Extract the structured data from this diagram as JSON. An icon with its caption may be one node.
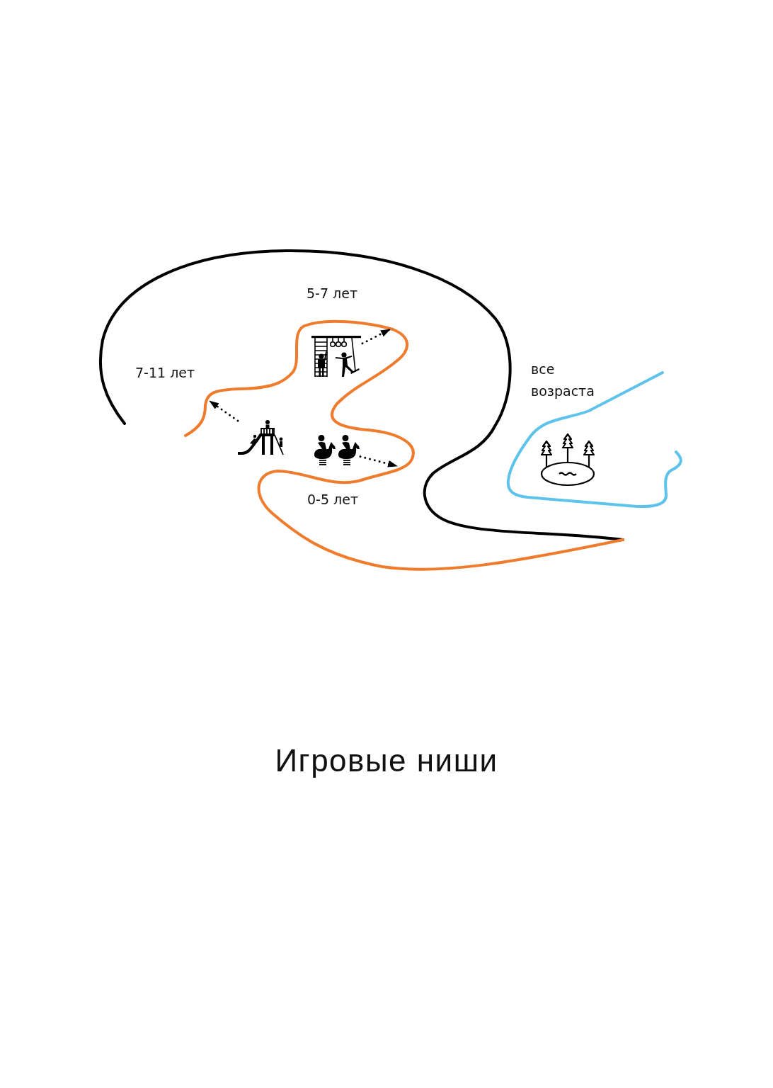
{
  "diagram": {
    "title": "Игровые ниши",
    "nodes": [
      {
        "text": [],
        "shape": "picture"
      },
      {
        "text": [],
        "shape": "picture"
      },
      {
        "text": [],
        "shape": "picture"
      }
    ],
    "edges": [
      {
        "from": 0,
        "to": null,
        "arrow": "to",
        "style": "dashed"
      },
      {
        "from": 1,
        "to": null,
        "arrow": "to",
        "style": "dashed"
      },
      {
        "from": 2,
        "to": null,
        "arrow": "to",
        "style": "dashed"
      }
    ],
    "labels": [
      "5-7 лет",
      "7-11 лет",
      "все возраста",
      "0-5 лет"
    ]
  }
}
